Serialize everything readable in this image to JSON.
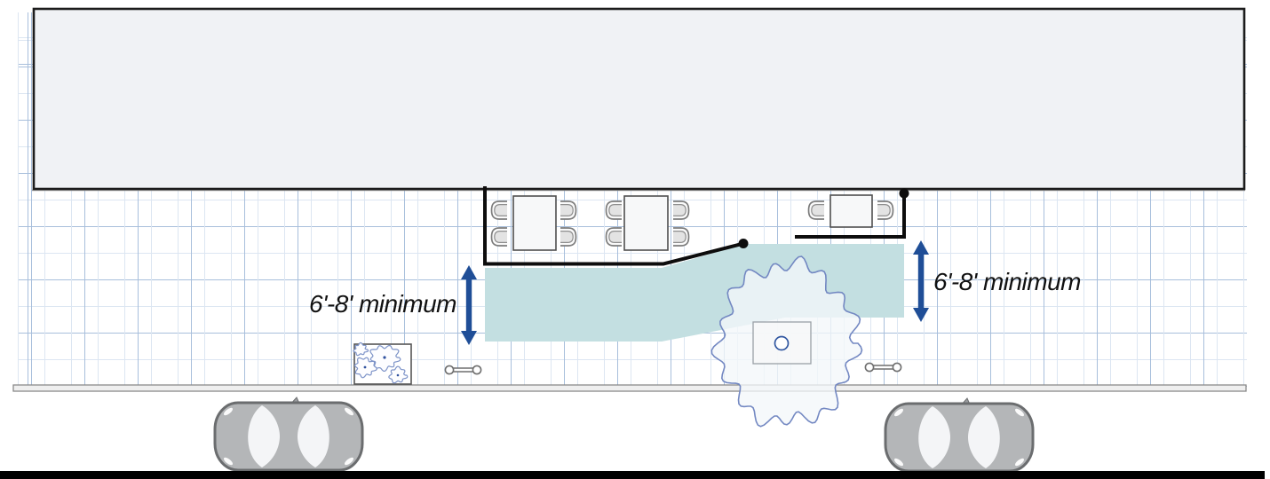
{
  "diagram": {
    "labels": {
      "left_clearance": "6'-8' minimum",
      "right_clearance": "6'-8' minimum"
    },
    "colors": {
      "pedestrian_path": "#c3dfe1",
      "dimension_arrow": "#1f4e97",
      "cafe_boundary": "#0d0d0d",
      "building_fill": "#f0f2f5",
      "grid_minor": "#dce6f2",
      "grid_major": "#a8bfdc",
      "curb_fill": "#efefef",
      "car_body": "#b4b6b8",
      "tree_outline": "#7388c2"
    },
    "visible_symbols": {
      "cafe_tables": 3,
      "chairs": 10,
      "parked_cars": 2,
      "bike_racks": 2,
      "street_trees": 1,
      "shrub_planters": 1
    }
  }
}
